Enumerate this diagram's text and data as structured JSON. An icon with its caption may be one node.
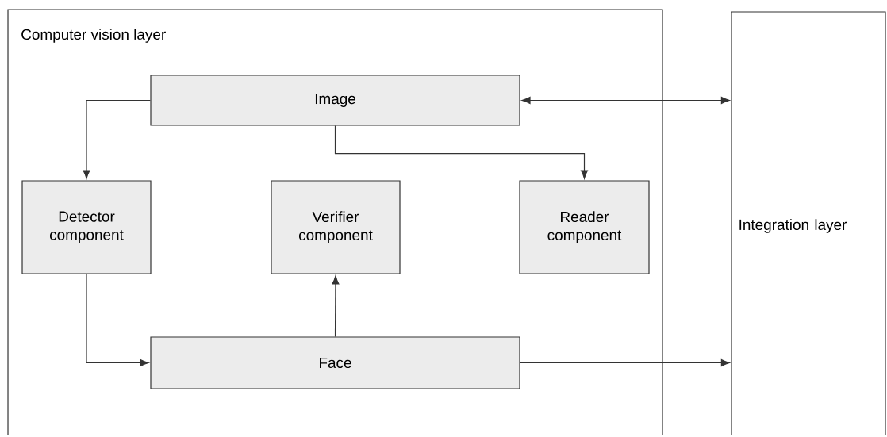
{
  "diagram": {
    "nodes": [
      {
        "text": [
          "Computer vision layer"
        ]
      },
      {
        "text": [
          "Image"
        ],
        "in": 0
      },
      {
        "text": [
          "Detector component"
        ],
        "in": 0
      },
      {
        "text": [
          "Verifier component"
        ],
        "in": 0
      },
      {
        "text": [
          "Reader component"
        ],
        "in": 0
      },
      {
        "text": [
          "Face"
        ],
        "in": 0
      },
      {
        "text": [
          "Integration layer"
        ]
      }
    ],
    "edges": [
      {
        "from": 1,
        "to": 2,
        "arrow": "to"
      },
      {
        "from": 1,
        "to": 4,
        "arrow": "to"
      },
      {
        "from": 1,
        "to": 6,
        "arrow": "both"
      },
      {
        "from": 2,
        "to": 5,
        "arrow": "to"
      },
      {
        "from": 5,
        "to": 3,
        "arrow": "to"
      },
      {
        "from": 5,
        "to": 6,
        "arrow": "to"
      }
    ]
  }
}
